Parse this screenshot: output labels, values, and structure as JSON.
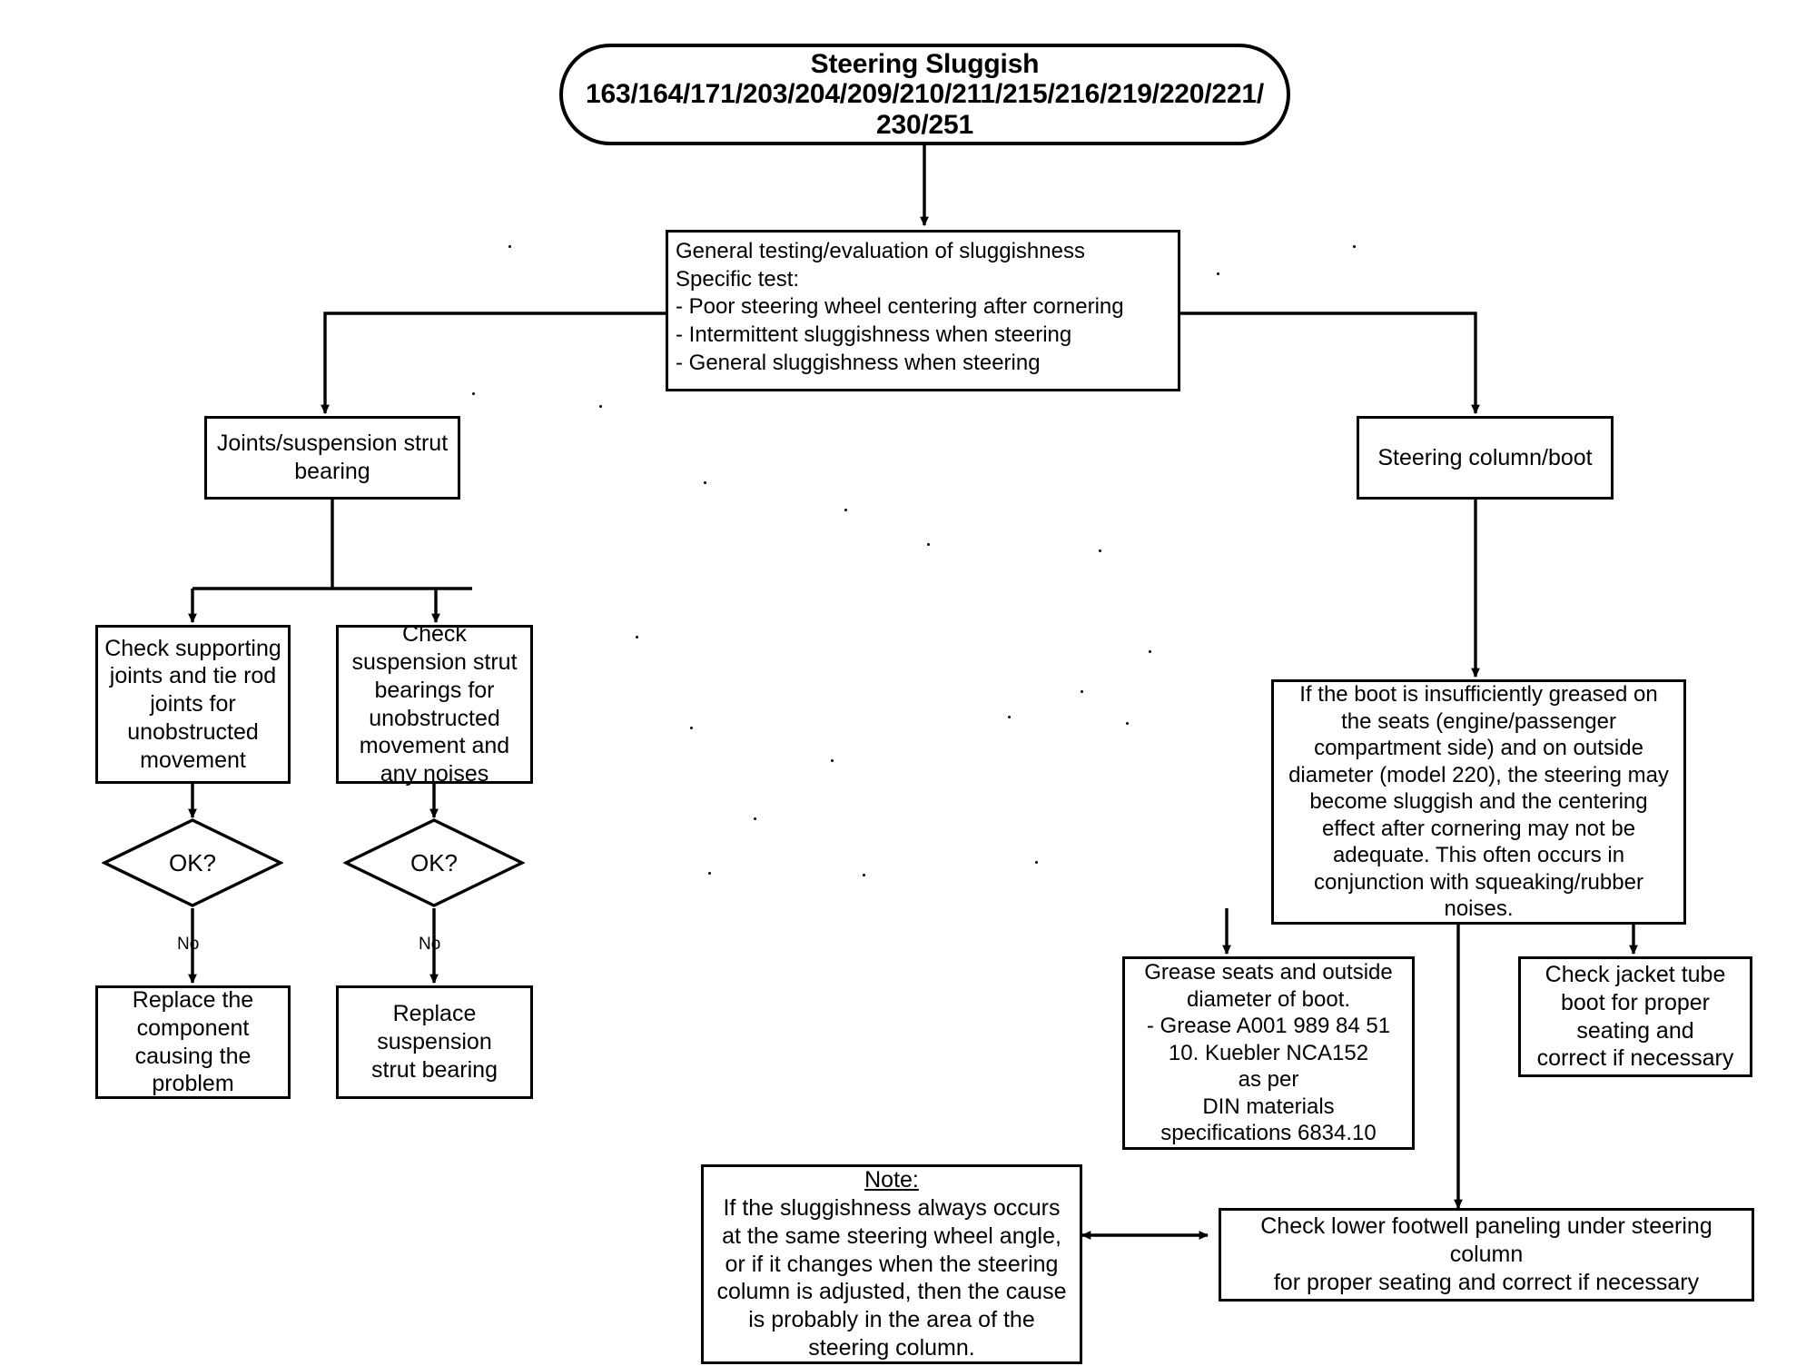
{
  "diagram": {
    "type": "flowchart",
    "title": "Steering Sluggish troubleshooting flowchart",
    "line_color": "#000000",
    "background": "#ffffff"
  },
  "nodes": {
    "start": {
      "shape": "terminator",
      "text": "Steering Sluggish\n163/164/171/203/204/209/210/211/215/216/219/220/221/\n230/251"
    },
    "general_test": {
      "shape": "process",
      "text": "General testing/evaluation of sluggishness\nSpecific test:\n-    Poor steering wheel centering after cornering\n-    Intermittent sluggishness when steering\n-    General sluggishness when steering"
    },
    "joints": {
      "shape": "process",
      "text": "Joints/suspension strut\nbearing"
    },
    "steering_column": {
      "shape": "process",
      "text": "Steering column/boot"
    },
    "check_supporting": {
      "shape": "process",
      "text": "Check supporting\njoints and tie rod\njoints for\nunobstructed\nmovement"
    },
    "check_strut": {
      "shape": "process",
      "text": "Check\nsuspension strut\nbearings for\nunobstructed\nmovement and\nany noises"
    },
    "ok_left": {
      "shape": "decision",
      "text": "OK?"
    },
    "ok_right": {
      "shape": "decision",
      "text": "OK?"
    },
    "replace_component": {
      "shape": "process",
      "text": "Replace the\ncomponent\ncausing the\nproblem"
    },
    "replace_strut": {
      "shape": "process",
      "text": "Replace\nsuspension\nstrut bearing"
    },
    "boot_info": {
      "shape": "process",
      "text": "If the boot is insufficiently greased on\nthe seats (engine/passenger\ncompartment side) and on outside\ndiameter (model 220), the steering may\nbecome sluggish and the centering\neffect after cornering may not be\nadequate. This often occurs in\nconjunction with squeaking/rubber\nnoises."
    },
    "grease_seats": {
      "shape": "process",
      "text": "Grease seats and outside\ndiameter of boot.\n- Grease A001 989 84 51\n10.       Kuebler NCA152\nas per\nDIN materials\nspecifications 6834.10"
    },
    "check_jacket": {
      "shape": "process",
      "text": "Check jacket tube\nboot for proper\nseating and\ncorrect if necessary"
    },
    "check_footwell": {
      "shape": "process",
      "text": "Check lower footwell paneling under steering\ncolumn\nfor proper seating and correct if necessary"
    },
    "note": {
      "shape": "process",
      "title": "Note:",
      "text": "If the sluggishness always occurs\nat the same steering wheel angle,\nor if it changes when the steering\ncolumn is adjusted, then the cause\nis probably in the area of the\nsteering column."
    }
  },
  "edge_labels": {
    "no_left": "No",
    "no_right": "No"
  }
}
